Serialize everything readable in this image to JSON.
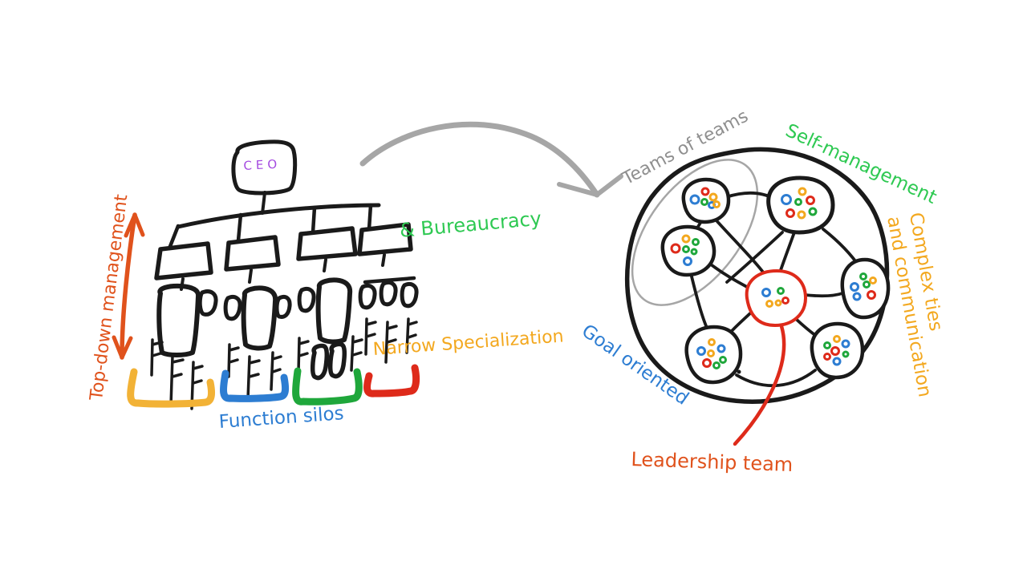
{
  "colors": {
    "ink": "#1a1a1a",
    "gray": "#a6a6a6",
    "grayText": "#8f8f8f",
    "orangeRed": "#e0521c",
    "orange": "#f3a81f",
    "yellow": "#f2b236",
    "green": "#2ec952",
    "greenDark": "#1fa73b",
    "blue": "#2d7dd2",
    "red": "#de2a1a",
    "purple": "#a44ae0"
  },
  "left": {
    "ceo": "CEO",
    "top_down": "Top-down management",
    "bureaucracy": "& Bureaucracy",
    "narrow_specialization": "Narrow Specialization",
    "function_silos": "Function silos"
  },
  "right": {
    "teams_of_teams": "Teams of teams",
    "self_management": "Self-management",
    "complex_ties": "Complex ties",
    "and_communication": "and communication",
    "goal_oriented": "Goal oriented",
    "leadership_team": "Leadership team"
  }
}
